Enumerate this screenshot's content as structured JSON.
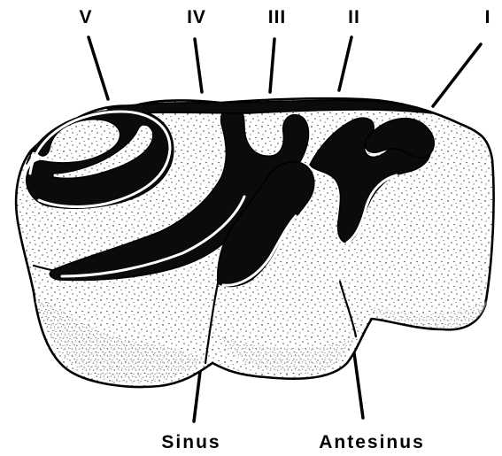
{
  "figure": {
    "roman_labels": [
      "V",
      "IV",
      "III",
      "II",
      "I"
    ],
    "region_labels": {
      "sinus": "Sinus",
      "antesinus": "Antesinus"
    },
    "colors": {
      "groove": "#0b0b0b",
      "stipple": "#000000",
      "background": "#ffffff"
    }
  }
}
